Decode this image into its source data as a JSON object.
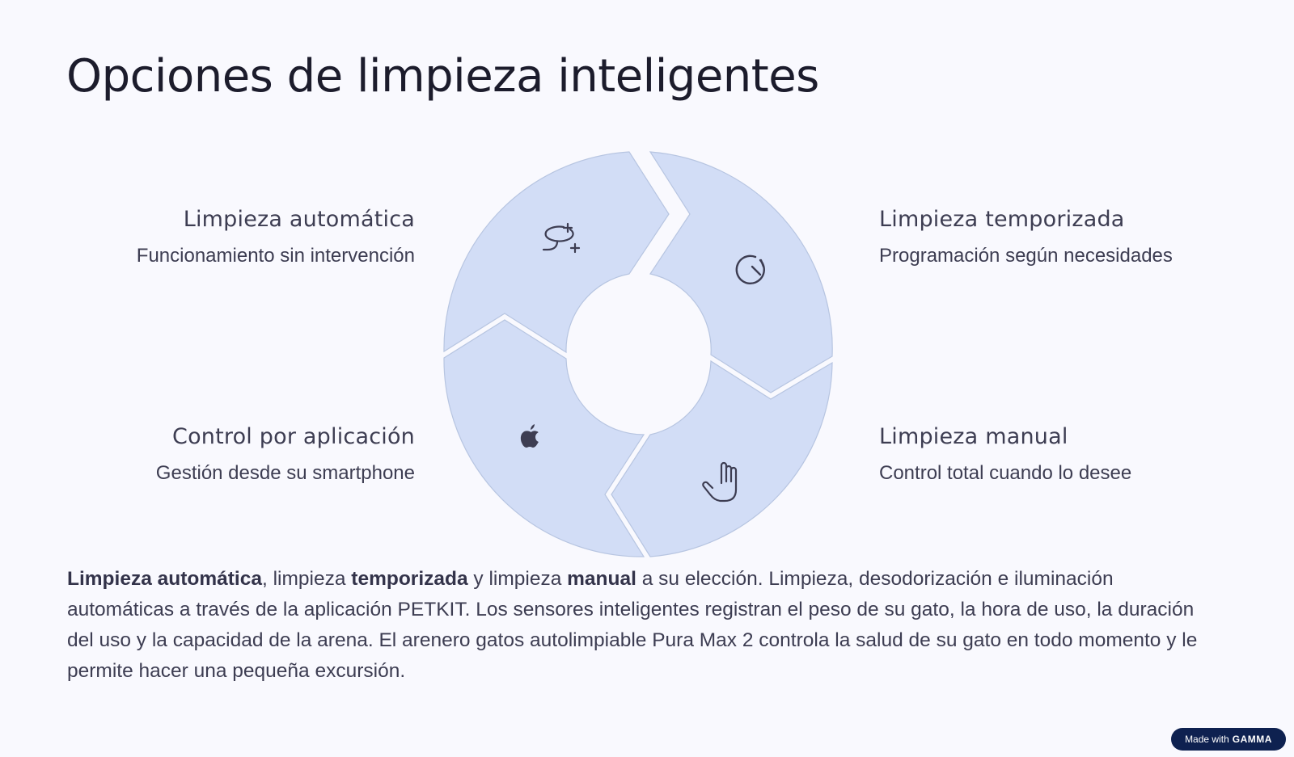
{
  "page": {
    "title": "Opciones de limpieza inteligentes"
  },
  "diagram": {
    "type": "cycle-ring",
    "segment_color": "#d2ddf6",
    "segment_stroke": "#b7c5e1",
    "icon_color": "#3d3d52",
    "segments": [
      {
        "position": "top-left",
        "icon": "auto-clean-sparkle-icon",
        "title": "Limpieza automática",
        "description": "Funcionamiento sin intervención"
      },
      {
        "position": "top-right",
        "icon": "timer-icon",
        "title": "Limpieza temporizada",
        "description": "Programación según necesidades"
      },
      {
        "position": "bottom-right",
        "icon": "hand-icon",
        "title": "Limpieza manual",
        "description": "Control total cuando lo desee"
      },
      {
        "position": "bottom-left",
        "icon": "apple-icon",
        "title": "Control por aplicación",
        "description": "Gestión desde su smartphone"
      }
    ]
  },
  "paragraph": {
    "bold1": "Limpieza automática",
    "t1": ", limpieza ",
    "bold2": "temporizada",
    "t2": " y limpieza ",
    "bold3": "manual",
    "t3": " a su elección. Limpieza, desodorización e iluminación automáticas a través de la aplicación PETKIT. Los sensores inteligentes registran el peso de su gato, la hora de uso, la duración del uso y la capacidad de la arena. El arenero gatos autolimpiable Pura Max 2 controla la salud de su gato en todo momento y le permite hacer una pequeña excursión."
  },
  "badge": {
    "prefix": "Made with",
    "brand": "GAMMA",
    "color": "#0e2150"
  }
}
